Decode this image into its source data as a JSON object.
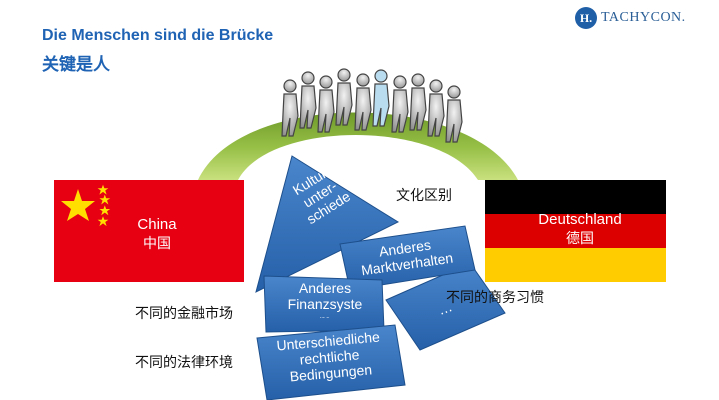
{
  "header": {
    "title_de": "Die Menschen sind die Brücke",
    "title_zh": "关键是人"
  },
  "logo": {
    "mark": "H.",
    "text": "TACHYCON."
  },
  "flags": {
    "china": {
      "name": "China",
      "name_zh": "中国"
    },
    "germany": {
      "name": "Deutschland",
      "name_zh": "德国"
    }
  },
  "differences": {
    "culture": {
      "label_line1": "Kultur-",
      "label_line2": "unter-",
      "label_line3": "schiede",
      "zh": "文化区别"
    },
    "market": {
      "label_line1": "Anderes",
      "label_line2": "Marktverhalten",
      "zh": "不同的商务习惯"
    },
    "finance": {
      "label_line1": "Anderes",
      "label_line2": "Finanzsyste",
      "label_line3": "m",
      "zh": "不同的金融市场"
    },
    "legal": {
      "label_line1": "Unterschiedliche",
      "label_line2": "rechtliche",
      "label_line3": "Bedingungen",
      "zh": "不同的法律环境"
    },
    "ellipsis": "…"
  },
  "colors": {
    "title": "#1f63b4",
    "arrow": "#2e6db4",
    "bridge": "#8ab33a",
    "china_red": "#e60012",
    "star_yellow": "#ffde00"
  }
}
